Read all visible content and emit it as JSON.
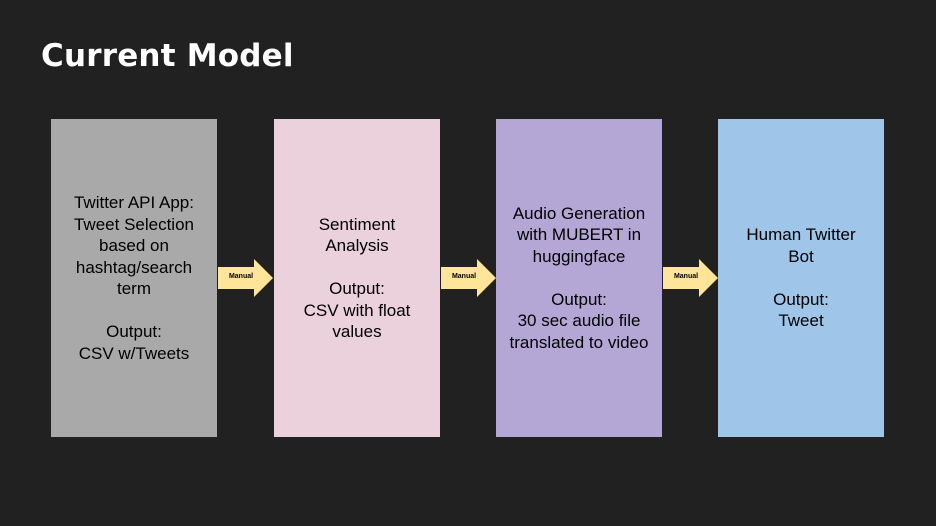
{
  "title": "Current Model",
  "colors": {
    "background": "#212121",
    "box1": "#a9a9a9",
    "box2": "#ebd1dc",
    "box3": "#b4a7d6",
    "box4": "#9fc5e8",
    "arrow": "#ffe599"
  },
  "boxes": [
    {
      "lines": [
        "Twitter API App:",
        "Tweet Selection",
        "based on",
        "hashtag/search",
        "term",
        "",
        "Output:",
        "CSV w/Tweets"
      ]
    },
    {
      "lines": [
        "Sentiment",
        "Analysis",
        "",
        "Output:",
        "CSV with float",
        "values"
      ]
    },
    {
      "lines": [
        "Audio Generation",
        "with MUBERT in",
        "huggingface",
        "",
        "Output:",
        "30 sec audio file",
        "translated to video"
      ]
    },
    {
      "lines": [
        "Human Twitter",
        "Bot",
        "",
        "Output:",
        "Tweet"
      ]
    }
  ],
  "arrows": [
    {
      "label": "Manual"
    },
    {
      "label": "Manual"
    },
    {
      "label": "Manual"
    }
  ]
}
